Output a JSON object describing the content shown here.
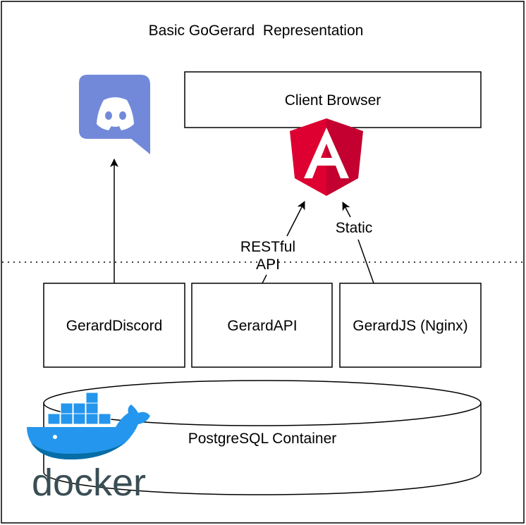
{
  "diagram": {
    "title": "Basic GoGerard  Representation",
    "nodes": {
      "client_browser": "Client Browser",
      "gerard_discord": "GerardDiscord",
      "gerard_api": "GerardAPI",
      "gerard_js": "GerardJS (Nginx)",
      "postgres": "PostgreSQL Container"
    },
    "edges": {
      "restful_line1": "RESTful",
      "restful_line2": "API",
      "static": "Static"
    },
    "logos": {
      "discord": "discord-logo",
      "angular": "angular-logo",
      "docker": "docker-logo",
      "docker_wordmark": "docker"
    },
    "colors": {
      "discord_bg": "#7289DA",
      "angular_red": "#DD0031",
      "angular_dark_red": "#C3002F",
      "docker_blue": "#2496ED",
      "docker_dark_blue": "#066DA5",
      "docker_wordmark": "#394D54"
    }
  }
}
